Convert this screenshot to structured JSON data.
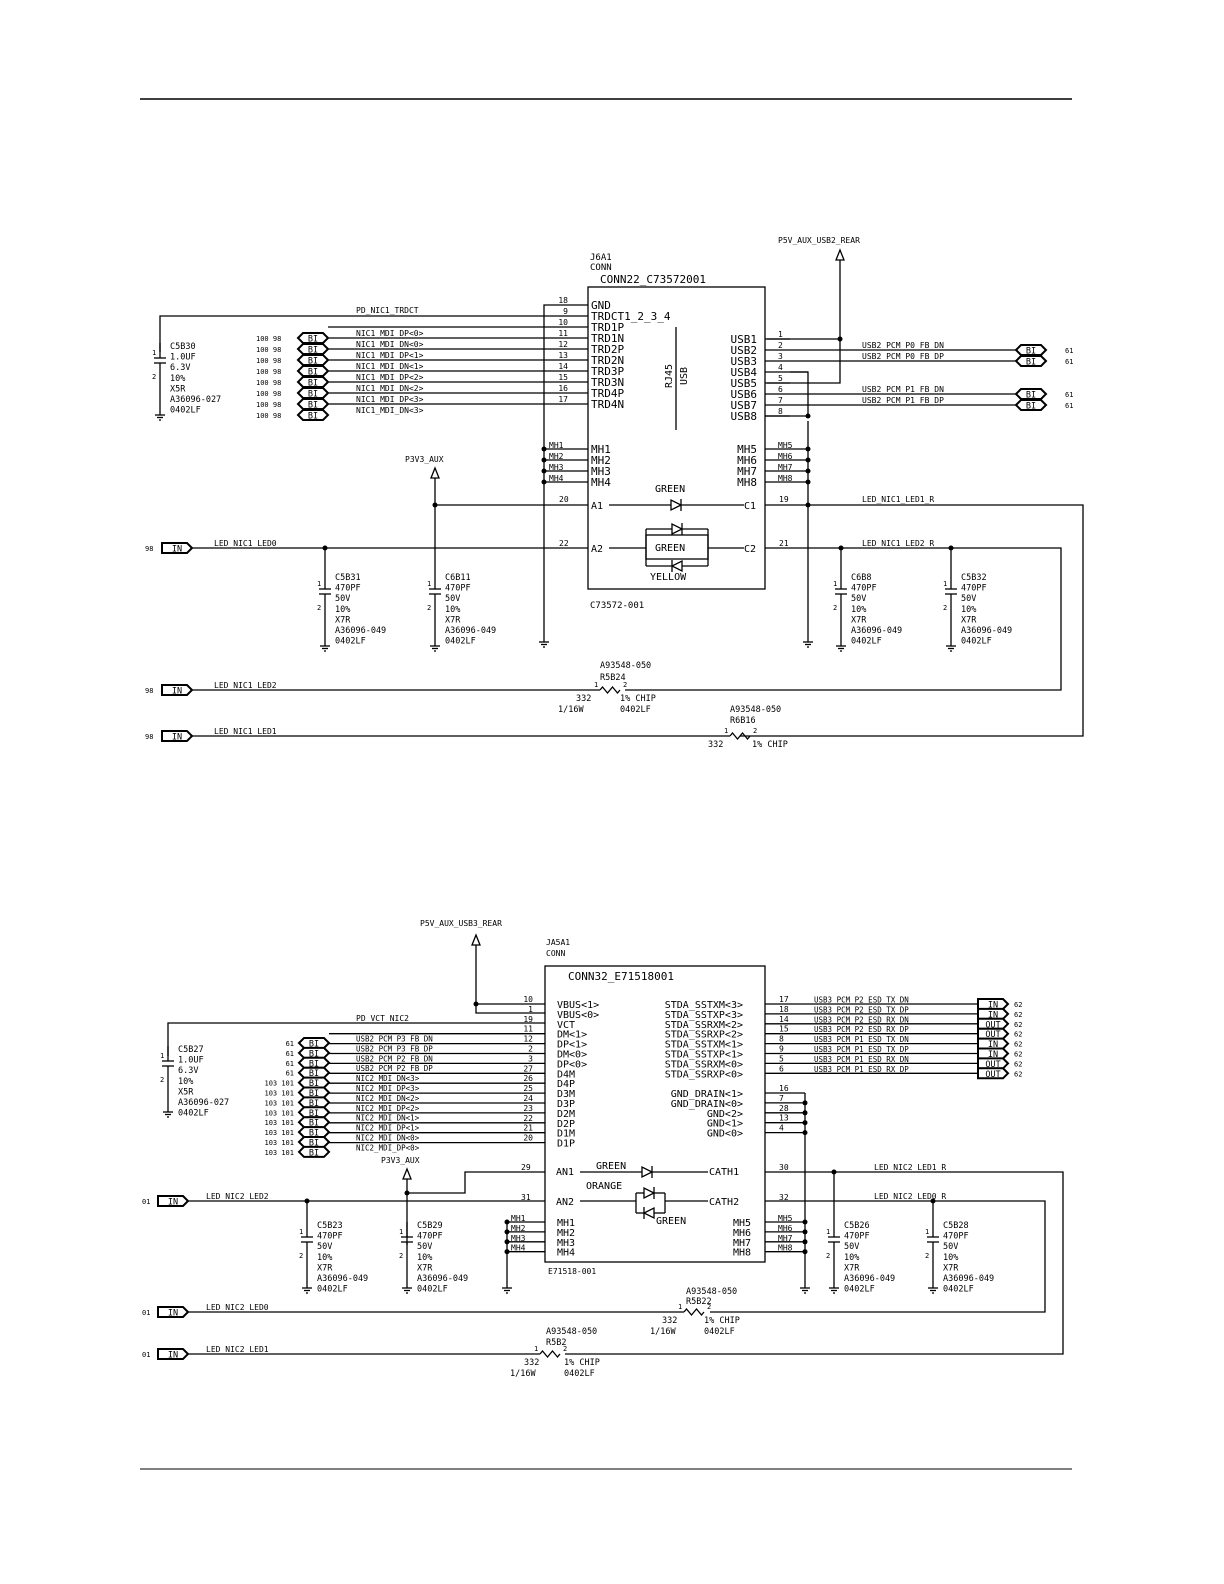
{
  "top": {
    "connector": {
      "ref": "J6A1",
      "type": "CONN",
      "part": "CONN22_C73572001",
      "footer": "C73572-001",
      "rj45": "RJ45",
      "usb": "USB"
    },
    "power_top": "P5V_AUX_USB2_REAR",
    "power_mid": "P3V3_AUX",
    "net_trdct": "PD_NIC1_TRDCT",
    "left_pins": [
      {
        "pin": "18",
        "name": "GND"
      },
      {
        "pin": "9",
        "name": "TRDCT1_2_3_4"
      },
      {
        "pin": "10",
        "name": "TRD1P"
      },
      {
        "pin": "11",
        "name": "TRD1N"
      },
      {
        "pin": "12",
        "name": "TRD2P"
      },
      {
        "pin": "13",
        "name": "TRD2N"
      },
      {
        "pin": "14",
        "name": "TRD3P"
      },
      {
        "pin": "15",
        "name": "TRD3N"
      },
      {
        "pin": "16",
        "name": "TRD4P"
      },
      {
        "pin": "17",
        "name": "TRD4N"
      }
    ],
    "mdi_nets": [
      "NIC1_MDI_DP<0>",
      "NIC1_MDI_DN<0>",
      "NIC1_MDI_DP<1>",
      "NIC1_MDI_DN<1>",
      "NIC1_MDI_DP<2>",
      "NIC1_MDI_DN<2>",
      "NIC1_MDI_DP<3>",
      "NIC1_MDI_DN<3>"
    ],
    "page_refs": "100  98",
    "right_pins": [
      {
        "pin": "1",
        "name": "USB1"
      },
      {
        "pin": "2",
        "name": "USB2"
      },
      {
        "pin": "3",
        "name": "USB3"
      },
      {
        "pin": "4",
        "name": "USB4"
      },
      {
        "pin": "5",
        "name": "USB5"
      },
      {
        "pin": "6",
        "name": "USB6"
      },
      {
        "pin": "7",
        "name": "USB7"
      },
      {
        "pin": "8",
        "name": "USB8"
      }
    ],
    "usb_nets": [
      {
        "net": "USB2_PCM_P0_FB_DN",
        "ref": "61"
      },
      {
        "net": "USB2_PCM_P0_FB_DP",
        "ref": "61"
      },
      {
        "net": "USB2_PCM_P1_FB_DN",
        "ref": "61"
      },
      {
        "net": "USB2_PCM_P1_FB_DP",
        "ref": "61"
      }
    ],
    "mh_left": [
      {
        "net": "MH1",
        "pin": "MH1"
      },
      {
        "net": "MH2",
        "pin": "MH2"
      },
      {
        "net": "MH3",
        "pin": "MH3"
      },
      {
        "net": "MH4",
        "pin": "MH4"
      }
    ],
    "mh_right": [
      {
        "net": "MH5",
        "pin": "MH5"
      },
      {
        "net": "MH6",
        "pin": "MH6"
      },
      {
        "net": "MH7",
        "pin": "MH7"
      },
      {
        "net": "MH8",
        "pin": "MH8"
      }
    ],
    "led": {
      "a1_pin": "20",
      "a1": "A1",
      "a2_pin": "22",
      "a2": "A2",
      "c1_pin": "19",
      "c1": "C1",
      "c2_pin": "21",
      "c2": "C2",
      "green": "GREEN",
      "green2": "GREEN",
      "yellow": "YELLOW",
      "net_led1_r": "LED_NIC1_LED1_R",
      "net_led2_r": "LED_NIC1_LED2_R"
    },
    "inputs": [
      {
        "ref": "98",
        "net": "LED_NIC1_LED0"
      },
      {
        "ref": "98",
        "net": "LED_NIC1_LED2"
      },
      {
        "ref": "98",
        "net": "LED_NIC1_LED1"
      }
    ],
    "caps": [
      {
        "ref": "C5B30",
        "val": "1.0UF",
        "v": "6.3V",
        "tol": "10%",
        "die": "X5R",
        "pn": "A36096-027",
        "pkg": "0402LF"
      },
      {
        "ref": "C5B31",
        "val": "470PF",
        "v": "50V",
        "tol": "10%",
        "die": "X7R",
        "pn": "A36096-049",
        "pkg": "0402LF"
      },
      {
        "ref": "C6B11",
        "val": "470PF",
        "v": "50V",
        "tol": "10%",
        "die": "X7R",
        "pn": "A36096-049",
        "pkg": "0402LF"
      },
      {
        "ref": "C6B8",
        "val": "470PF",
        "v": "50V",
        "tol": "10%",
        "die": "X7R",
        "pn": "A36096-049",
        "pkg": "0402LF"
      },
      {
        "ref": "C5B32",
        "val": "470PF",
        "v": "50V",
        "tol": "10%",
        "die": "X7R",
        "pn": "A36096-049",
        "pkg": "0402LF"
      }
    ],
    "resistors": [
      {
        "pn": "A93548-050",
        "ref": "R5B24",
        "val": "332",
        "tol": "1% CHIP",
        "pwr": "1/16W",
        "pkg": "0402LF"
      },
      {
        "pn": "A93548-050",
        "ref": "R6B16",
        "val": "332",
        "tol": "1% CHIP"
      }
    ]
  },
  "bottom": {
    "connector": {
      "ref": "JA5A1",
      "type": "CONN",
      "part": "CONN32_E71518001",
      "footer": "E71518-001"
    },
    "power_top": "P5V_AUX_USB3_REAR",
    "power_mid": "P3V3_AUX",
    "net_vct": "PD_VCT_NIC2",
    "left_pins": [
      {
        "pin": "10",
        "name": "VBUS<1>"
      },
      {
        "pin": "1",
        "name": "VBUS<0>"
      },
      {
        "pin": "19",
        "name": "VCT"
      },
      {
        "pin": "11",
        "name": "DM<1>"
      },
      {
        "pin": "12",
        "name": "DP<1>"
      },
      {
        "pin": "2",
        "name": "DM<0>"
      },
      {
        "pin": "3",
        "name": "DP<0>"
      },
      {
        "pin": "27",
        "name": "D4M"
      },
      {
        "pin": "26",
        "name": "D4P"
      },
      {
        "pin": "25",
        "name": "D3M"
      },
      {
        "pin": "24",
        "name": "D3P"
      },
      {
        "pin": "23",
        "name": "D2M"
      },
      {
        "pin": "22",
        "name": "D2P"
      },
      {
        "pin": "21",
        "name": "D1M"
      },
      {
        "pin": "20",
        "name": "D1P"
      }
    ],
    "left_nets": [
      {
        "ref": "61",
        "net": "USB2_PCM_P3_FB_DN"
      },
      {
        "ref": "61",
        "net": "USB2_PCM_P3_FB_DP"
      },
      {
        "ref": "61",
        "net": "USB2_PCM_P2_FB_DN"
      },
      {
        "ref": "61",
        "net": "USB2_PCM_P2_FB_DP"
      },
      {
        "ref": "103  101",
        "net": "NIC2_MDI_DN<3>"
      },
      {
        "ref": "103  101",
        "net": "NIC2_MDI_DP<3>"
      },
      {
        "ref": "103  101",
        "net": "NIC2_MDI_DN<2>"
      },
      {
        "ref": "103  101",
        "net": "NIC2_MDI_DP<2>"
      },
      {
        "ref": "103  101",
        "net": "NIC2_MDI_DN<1>"
      },
      {
        "ref": "103  101",
        "net": "NIC2_MDI_DP<1>"
      },
      {
        "ref": "103  101",
        "net": "NIC2_MDI_DN<0>"
      },
      {
        "ref": "103  101",
        "net": "NIC2_MDI_DP<0>"
      }
    ],
    "right_pins": [
      {
        "pin": "17",
        "name": "STDA_SSTXM<3>",
        "net": "USB3_PCM_P2_ESD_TX_DN",
        "dir": "IN"
      },
      {
        "pin": "18",
        "name": "STDA_SSTXP<3>",
        "net": "USB3_PCM_P2_ESD_TX_DP",
        "dir": "IN"
      },
      {
        "pin": "14",
        "name": "STDA_SSRXM<2>",
        "net": "USB3_PCM_P2_ESD_RX_DN",
        "dir": "OUT"
      },
      {
        "pin": "15",
        "name": "STDA_SSRXP<2>",
        "net": "USB3_PCM_P2_ESD_RX_DP",
        "dir": "OUT"
      },
      {
        "pin": "8",
        "name": "STDA_SSTXM<1>",
        "net": "USB3_PCM_P1_ESD_TX_DN",
        "dir": "IN"
      },
      {
        "pin": "9",
        "name": "STDA_SSTXP<1>",
        "net": "USB3_PCM_P1_ESD_TX_DP",
        "dir": "IN"
      },
      {
        "pin": "5",
        "name": "STDA_SSRXM<0>",
        "net": "USB3_PCM_P1_ESD_RX_DN",
        "dir": "OUT"
      },
      {
        "pin": "6",
        "name": "STDA_SSRXP<0>",
        "net": "USB3_PCM_P1_ESD_RX_DP",
        "dir": "OUT"
      }
    ],
    "usb3_ref": "62",
    "gnd_pins": [
      {
        "pin": "16",
        "name": "GND_DRAIN<1>"
      },
      {
        "pin": "7",
        "name": "GND_DRAIN<0>"
      },
      {
        "pin": "28",
        "name": "GND<2>"
      },
      {
        "pin": "13",
        "name": "GND<1>"
      },
      {
        "pin": "4",
        "name": "GND<0>"
      }
    ],
    "mh_left": [
      {
        "net": "MH1",
        "pin": "MH1"
      },
      {
        "net": "MH2",
        "pin": "MH2"
      },
      {
        "net": "MH3",
        "pin": "MH3"
      },
      {
        "net": "MH4",
        "pin": "MH4"
      }
    ],
    "mh_right": [
      {
        "net": "MH5",
        "pin": "MH5"
      },
      {
        "net": "MH6",
        "pin": "MH6"
      },
      {
        "net": "MH7",
        "pin": "MH7"
      },
      {
        "net": "MH8",
        "pin": "MH8"
      }
    ],
    "led": {
      "an1_pin": "29",
      "an1": "AN1",
      "an2_pin": "31",
      "an2": "AN2",
      "cath1_pin": "30",
      "cath1": "CATH1",
      "cath2_pin": "32",
      "cath2": "CATH2",
      "green": "GREEN",
      "orange": "ORANGE",
      "green2": "GREEN",
      "net_led1_r": "LED_NIC2_LED1_R",
      "net_led0_r": "LED_NIC2_LED0_R"
    },
    "inputs": [
      {
        "ref": "01",
        "net": "LED_NIC2_LED2"
      },
      {
        "ref": "01",
        "net": "LED_NIC2_LED0"
      },
      {
        "ref": "01",
        "net": "LED_NIC2_LED1"
      }
    ],
    "caps": [
      {
        "ref": "C5B27",
        "val": "1.0UF",
        "v": "6.3V",
        "tol": "10%",
        "die": "X5R",
        "pn": "A36096-027",
        "pkg": "0402LF"
      },
      {
        "ref": "C5B23",
        "val": "470PF",
        "v": "50V",
        "tol": "10%",
        "die": "X7R",
        "pn": "A36096-049",
        "pkg": "0402LF"
      },
      {
        "ref": "C5B29",
        "val": "470PF",
        "v": "50V",
        "tol": "10%",
        "die": "X7R",
        "pn": "A36096-049",
        "pkg": "0402LF"
      },
      {
        "ref": "C5B26",
        "val": "470PF",
        "v": "50V",
        "tol": "10%",
        "die": "X7R",
        "pn": "A36096-049",
        "pkg": "0402LF"
      },
      {
        "ref": "C5B28",
        "val": "470PF",
        "v": "50V",
        "tol": "10%",
        "die": "X7R",
        "pn": "A36096-049",
        "pkg": "0402LF"
      }
    ],
    "resistors": [
      {
        "pn": "A93548-050",
        "ref": "R5B22",
        "val": "332",
        "tol": "1%  CHIP",
        "pwr": "1/16W",
        "pkg": "0402LF"
      },
      {
        "pn": "A93548-050",
        "ref": "R5B2",
        "val": "332",
        "tol": "1%  CHIP",
        "pwr": "1/16W",
        "pkg": "0402LF"
      }
    ]
  },
  "labels": {
    "bi": "BI",
    "in": "IN",
    "out": "OUT",
    "pin1": "1",
    "pin2": "2"
  }
}
